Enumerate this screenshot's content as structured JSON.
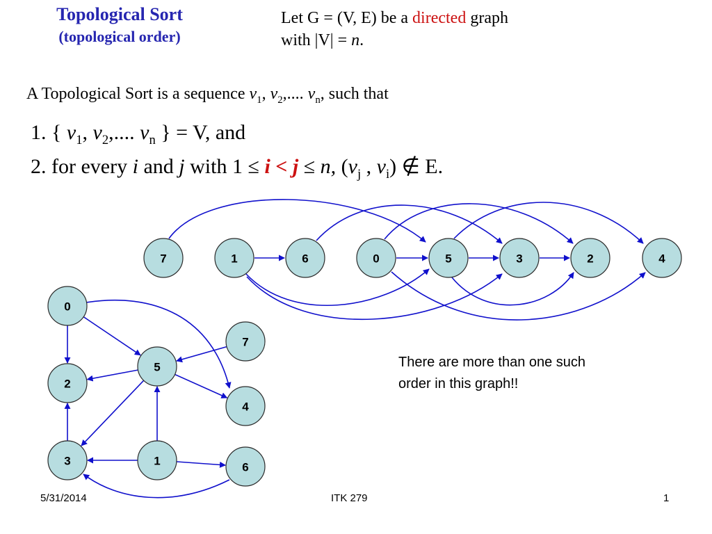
{
  "title": {
    "main": "Topological Sort",
    "sub": "(topological order)"
  },
  "definition": {
    "part1": "Let G = (V, E) be a ",
    "emph": "directed",
    "part2": " graph",
    "line2_prefix": "with |V| = ",
    "n": "n",
    "line2_suffix": "."
  },
  "sequence_text": {
    "prefix": "A Topological Sort is a sequence ",
    "v": "v",
    "s1": "1",
    "comma1": ", ",
    "s2": "2",
    "dots": ",.... ",
    "sn": "n",
    "suffix": ", such that"
  },
  "condition1": {
    "prefix": "1. { ",
    "v": "v",
    "s1": "1",
    "comma": ", ",
    "s2": "2",
    "dots": ",.... ",
    "sn": "n",
    "suffix": " } = V, and"
  },
  "condition2": {
    "prefix": "2. for every ",
    "i": "i",
    "and": " and ",
    "j": "j",
    "with": " with  1 ≤ ",
    "ij": "i < j",
    "le": " ≤ ",
    "n": "n,",
    "pair_open": "  (",
    "v": "v",
    "sj": "j",
    "pair_mid": " , ",
    "si": "i",
    "pair_close": ") ∉ E."
  },
  "note": "There are more than one such order in this graph!!",
  "footer": {
    "date": "5/31/2014",
    "course": "ITK 279",
    "page": "1"
  },
  "order_row": {
    "nodes": [
      {
        "id": "7",
        "label": "7"
      },
      {
        "id": "1",
        "label": "1"
      },
      {
        "id": "6",
        "label": "6"
      },
      {
        "id": "0",
        "label": "0"
      },
      {
        "id": "5",
        "label": "5"
      },
      {
        "id": "3",
        "label": "3"
      },
      {
        "id": "2",
        "label": "2"
      },
      {
        "id": "4",
        "label": "4"
      }
    ]
  },
  "graph": {
    "nodes": [
      {
        "id": "0",
        "label": "0"
      },
      {
        "id": "7",
        "label": "7"
      },
      {
        "id": "5",
        "label": "5"
      },
      {
        "id": "2",
        "label": "2"
      },
      {
        "id": "4",
        "label": "4"
      },
      {
        "id": "3",
        "label": "3"
      },
      {
        "id": "1",
        "label": "1"
      },
      {
        "id": "6",
        "label": "6"
      }
    ],
    "edges": [
      {
        "from": "0",
        "to": "2"
      },
      {
        "from": "0",
        "to": "5"
      },
      {
        "from": "0",
        "to": "4"
      },
      {
        "from": "7",
        "to": "5"
      },
      {
        "from": "5",
        "to": "2"
      },
      {
        "from": "5",
        "to": "4"
      },
      {
        "from": "5",
        "to": "3"
      },
      {
        "from": "3",
        "to": "2"
      },
      {
        "from": "1",
        "to": "5"
      },
      {
        "from": "1",
        "to": "3"
      },
      {
        "from": "1",
        "to": "6"
      },
      {
        "from": "6",
        "to": "3"
      }
    ]
  },
  "colors": {
    "node_fill": "#b7dde0",
    "edge": "#1010cc",
    "title": "#2626b0",
    "emphasis": "#cc1111"
  }
}
